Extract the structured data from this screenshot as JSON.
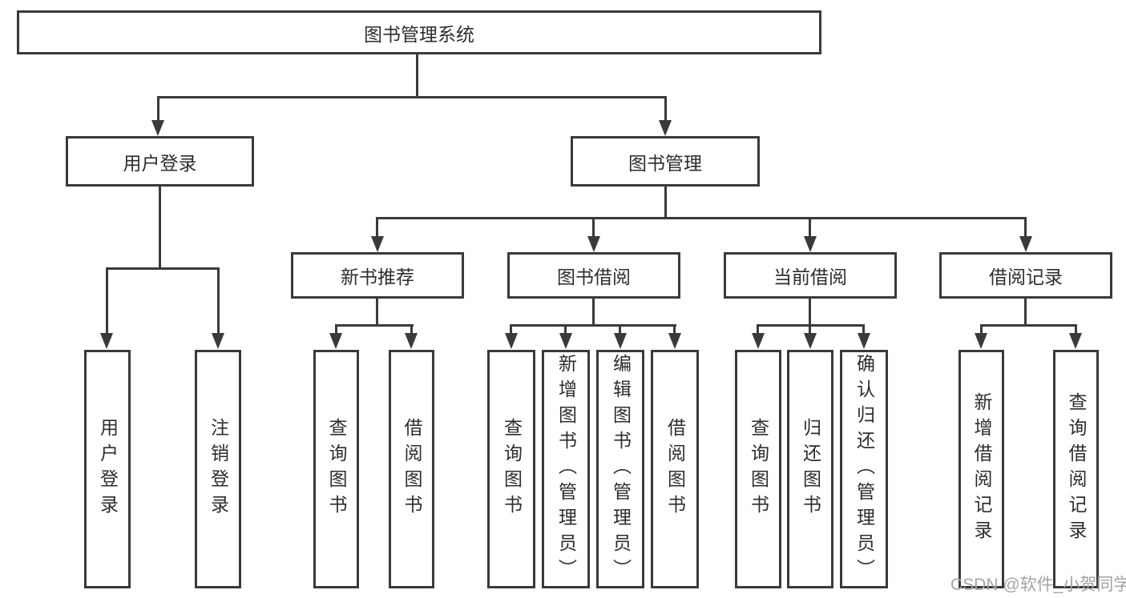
{
  "tree": {
    "root": {
      "label": "图书管理系统"
    },
    "children": [
      {
        "label": "用户登录",
        "children": [
          {
            "label": "用户登录"
          },
          {
            "label": "注销登录"
          }
        ]
      },
      {
        "label": "图书管理",
        "children": [
          {
            "label": "新书推荐",
            "children": [
              {
                "label": "查询图书"
              },
              {
                "label": "借阅图书"
              }
            ]
          },
          {
            "label": "图书借阅",
            "children": [
              {
                "label": "查询图书"
              },
              {
                "label": "新增图书（管理员）"
              },
              {
                "label": "编辑图书（管理员）"
              },
              {
                "label": "借阅图书"
              }
            ]
          },
          {
            "label": "当前借阅",
            "children": [
              {
                "label": "查询图书"
              },
              {
                "label": "归还图书"
              },
              {
                "label": "确认归还（管理员）"
              }
            ]
          },
          {
            "label": "借阅记录",
            "children": [
              {
                "label": "新增借阅记录"
              },
              {
                "label": "查询借阅记录"
              }
            ]
          }
        ]
      }
    ]
  },
  "watermark": {
    "text": "CSDN @软件_小贺同学"
  },
  "colors": {
    "line": "#3a3a3a",
    "text": "#2d2d2d",
    "watermark": "#a3a3a3",
    "background": "#ffffff"
  }
}
